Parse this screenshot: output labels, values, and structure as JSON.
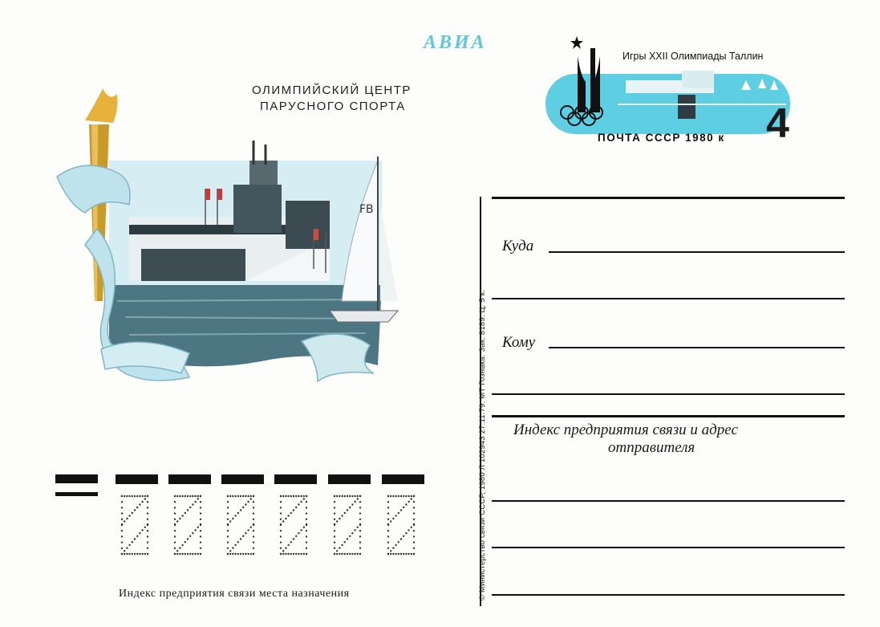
{
  "header": {
    "airmail": "АВИА",
    "title_line1": "ОЛИМПИЙСКИЙ ЦЕНТР",
    "title_line2": "ПАРУСНОГО СПОРТА"
  },
  "stamp": {
    "top_text": "Игры XXII Олимпиады  Таллин",
    "bottom_text": "ПОЧТА СССР  1980 к",
    "value": "4",
    "accent_color": "#5ecfe3"
  },
  "address": {
    "to_where": "Куда",
    "to_whom": "Кому",
    "sender_line1": "Индекс предприятия связи и адрес",
    "sender_line2": "отправителя"
  },
  "imprint": "© Министерство связи СССР, 1980  Л 102943  27.11.79.  МТ Гознака. Зак. 8189. Ц. 5 к.",
  "postcode": {
    "caption": "Индекс предприятия связи места назначения"
  },
  "colors": {
    "sea": "#4f7a86",
    "sky": "#cde9ef",
    "ribbon": "#bfe3ec",
    "torch": "#c79a2a",
    "flame": "#e6b23a"
  }
}
